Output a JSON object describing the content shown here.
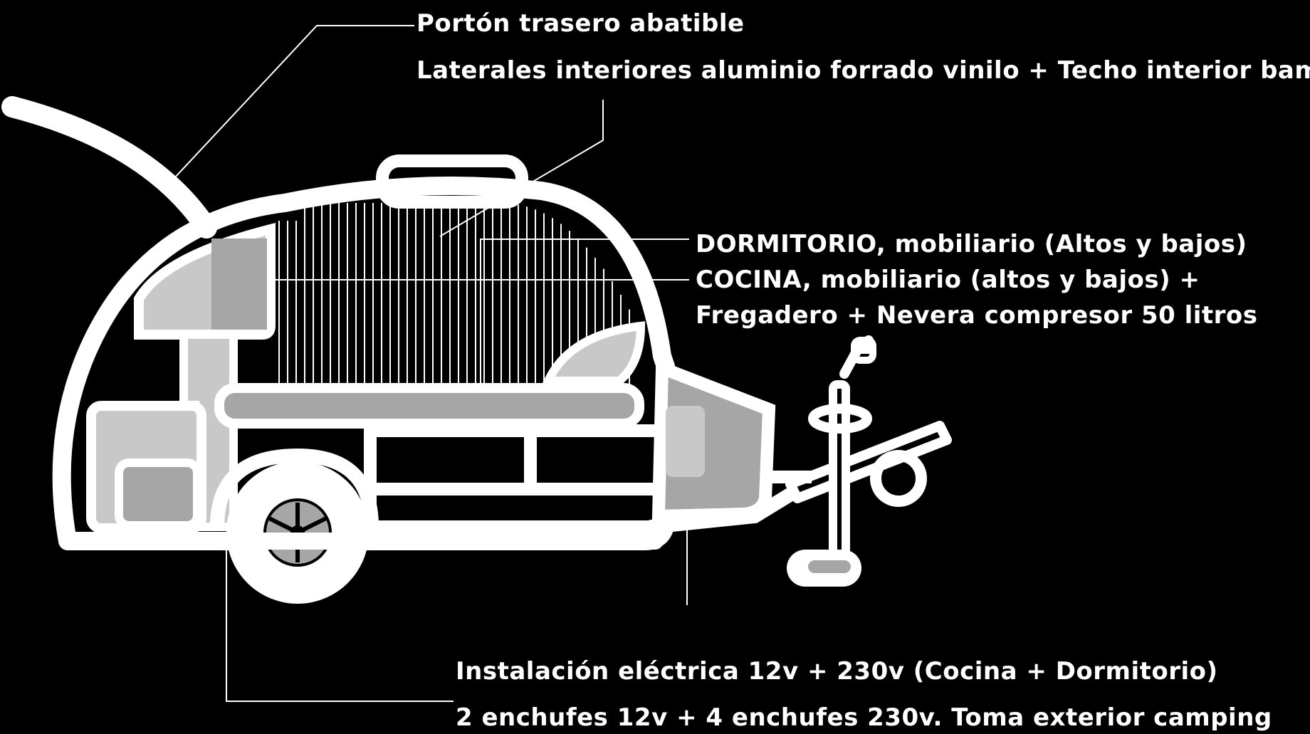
{
  "labels": {
    "tailgate": "Portón trasero abatible",
    "interior_walls": "Laterales interiores aluminio forrado vinilo + Techo interior bambú",
    "bedroom": "DORMITORIO, mobiliario (Altos y bajos)",
    "kitchen_line1": "COCINA, mobiliario (altos y bajos) +",
    "kitchen_line2": "Fregadero + Nevera compresor 50 litros",
    "electrical_line1": "Instalación eléctrica 12v + 230v (Cocina + Dormitorio)",
    "electrical_line2": "2 enchufes 12v + 4 enchufes 230v. Toma exterior camping"
  },
  "colors": {
    "background": "#000000",
    "outline": "#ffffff",
    "fill_light": "#c8c8c8",
    "fill_mid": "#a6a6a6"
  }
}
